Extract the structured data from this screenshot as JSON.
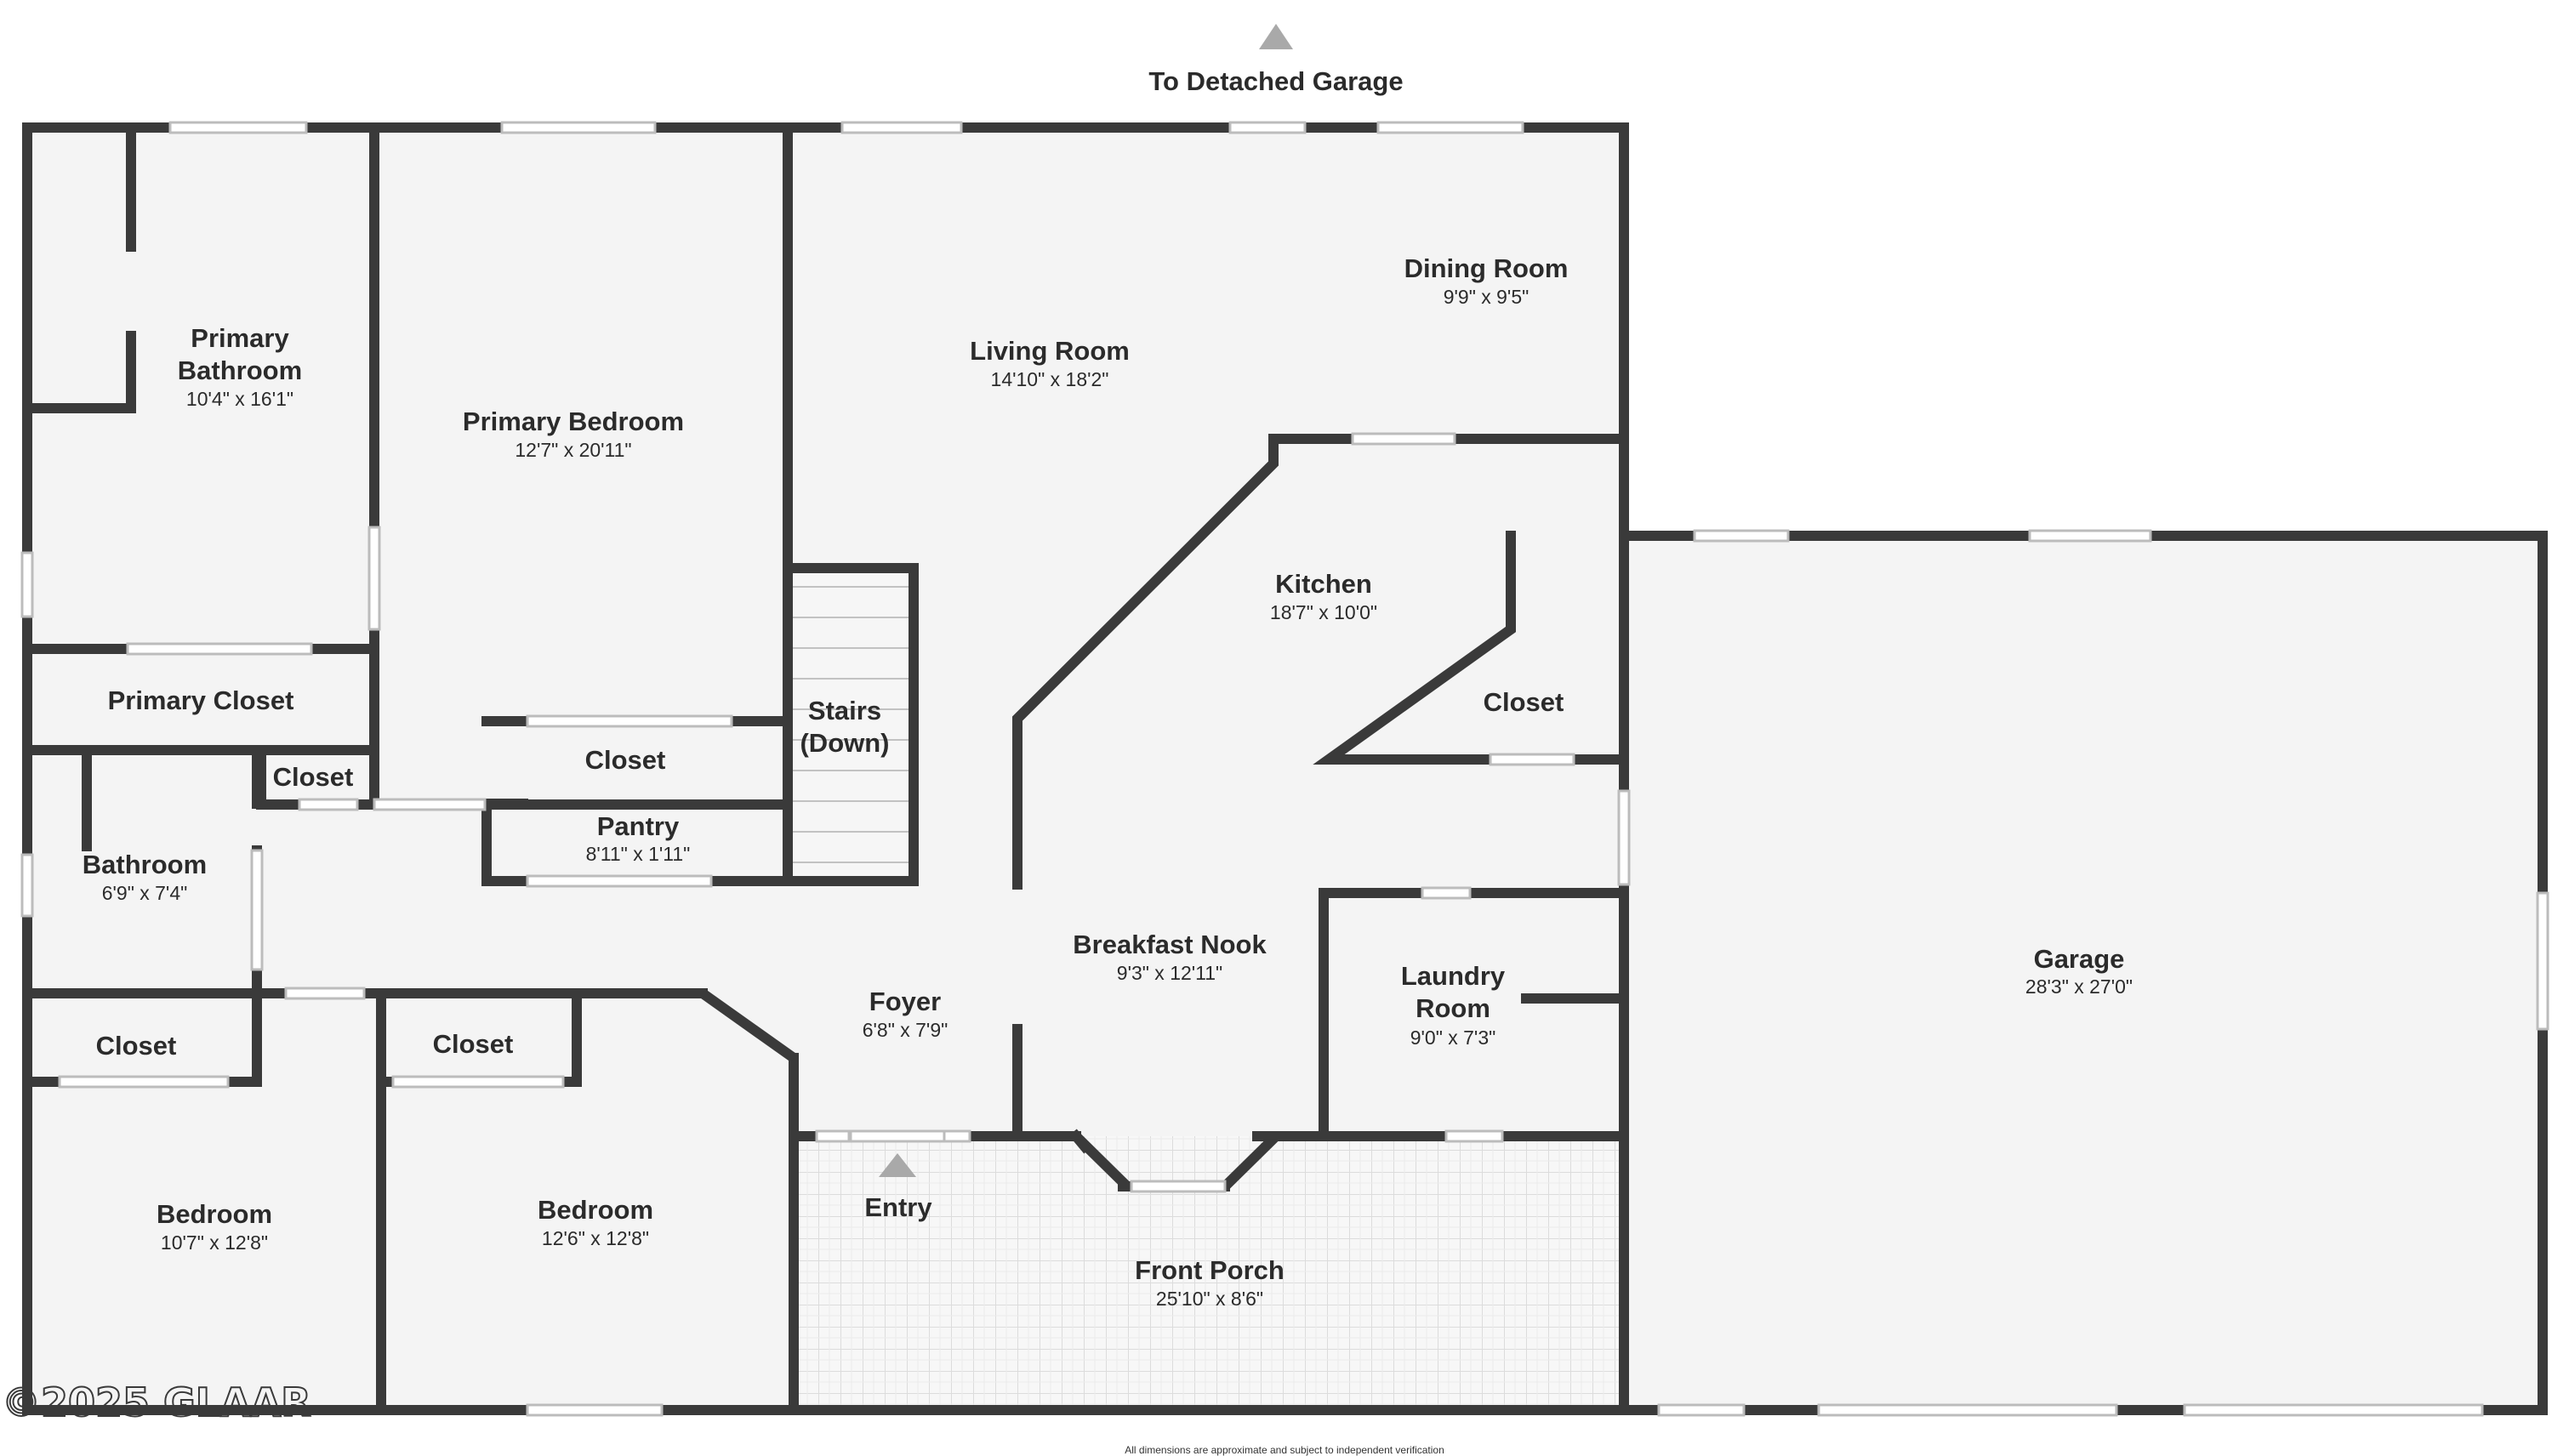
{
  "plan": {
    "top_label": "To Detached Garage",
    "footer_note": "All dimensions are approximate and subject to independent verification",
    "watermark": "©2025 GLAAR",
    "colors": {
      "wall": "#3a3a3a",
      "floor": "#f4f4f4",
      "porch_tile": "#dcdcdc",
      "window": "#bcbcbc",
      "arrow": "#a9a9a9"
    },
    "rooms": {
      "primary_bathroom": {
        "name_line1": "Primary",
        "name_line2": "Bathroom",
        "dims": "10'4\" x 16'1\""
      },
      "primary_bedroom": {
        "name": "Primary Bedroom",
        "dims": "12'7\" x 20'11\""
      },
      "living_room": {
        "name": "Living Room",
        "dims": "14'10\" x 18'2\""
      },
      "dining_room": {
        "name": "Dining Room",
        "dims": "9'9\" x 9'5\""
      },
      "kitchen": {
        "name": "Kitchen",
        "dims": "18'7\" x 10'0\""
      },
      "primary_closet": {
        "name": "Primary Closet"
      },
      "stairs": {
        "name_line1": "Stairs",
        "name_line2": "(Down)"
      },
      "hall_closet_small": {
        "name": "Closet"
      },
      "closet_center": {
        "name": "Closet"
      },
      "pantry": {
        "name": "Pantry",
        "dims": "8'11\" x 1'11\""
      },
      "kitchen_closet": {
        "name": "Closet"
      },
      "bathroom": {
        "name": "Bathroom",
        "dims": "6'9\" x 7'4\""
      },
      "breakfast_nook": {
        "name": "Breakfast Nook",
        "dims": "9'3\" x 12'11\""
      },
      "foyer": {
        "name": "Foyer",
        "dims": "6'8\" x 7'9\""
      },
      "laundry_room": {
        "name_line1": "Laundry",
        "name_line2": "Room",
        "dims": "9'0\" x 7'3\""
      },
      "garage": {
        "name": "Garage",
        "dims": "28'3\" x 27'0\""
      },
      "bedroom_left_closet": {
        "name": "Closet"
      },
      "bedroom_mid_closet": {
        "name": "Closet"
      },
      "bedroom_left": {
        "name": "Bedroom",
        "dims": "10'7\" x 12'8\""
      },
      "bedroom_mid": {
        "name": "Bedroom",
        "dims": "12'6\" x 12'8\""
      },
      "entry": {
        "name": "Entry"
      },
      "front_porch": {
        "name": "Front Porch",
        "dims": "25'10\" x 8'6\""
      }
    }
  }
}
